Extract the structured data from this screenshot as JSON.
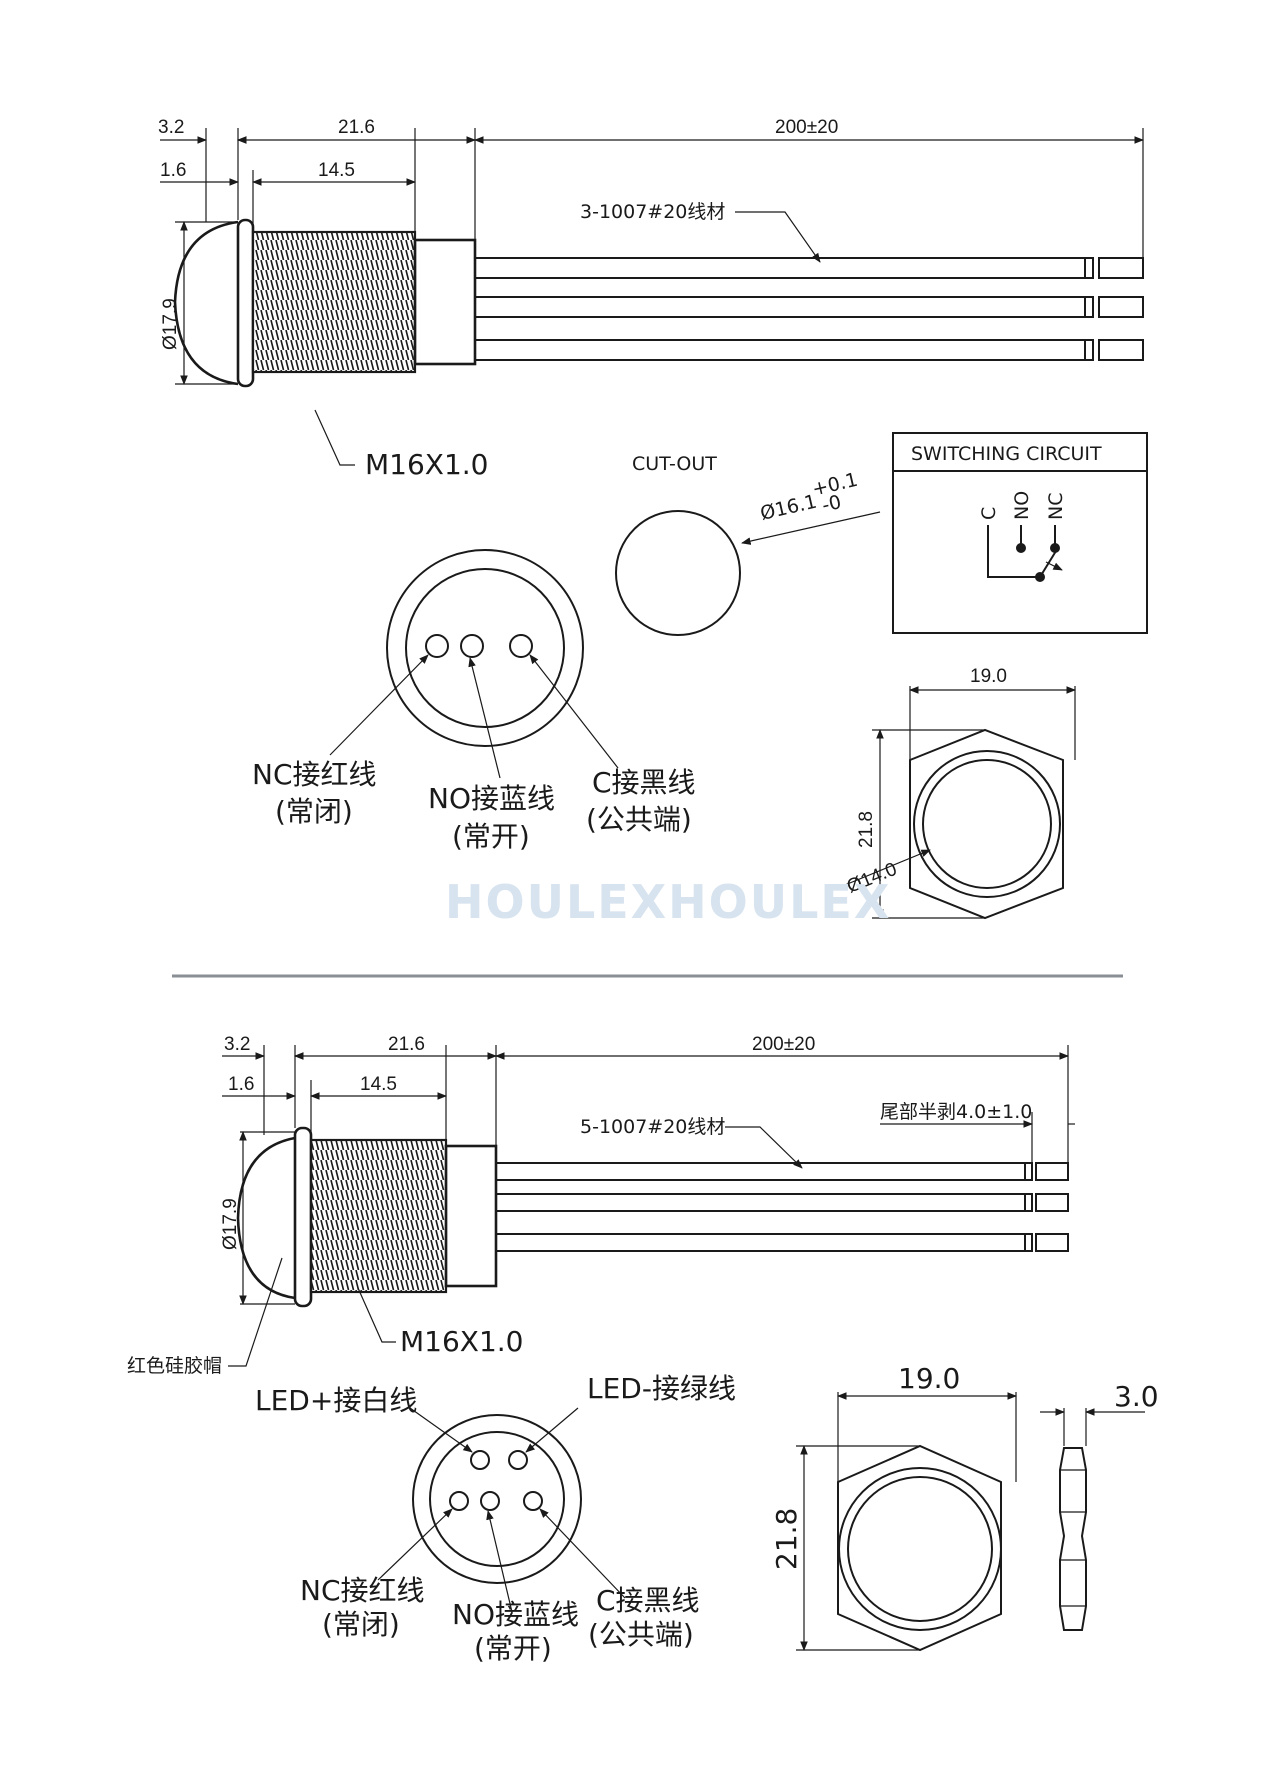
{
  "top": {
    "dims": {
      "d3_2": "3.2",
      "d21_6": "21.6",
      "d200": "200±20",
      "d1_6": "1.6",
      "d14_5": "14.5",
      "d17_9": "Ø17.9"
    },
    "wire_label": "3-1007#20线材",
    "thread_label": "M16X1.0",
    "cutout": {
      "title": "CUT-OUT",
      "dia": "Ø16.1",
      "tol_plus": "+0.1",
      "tol_minus": "-0"
    },
    "switching": {
      "title": "SWITCHING CIRCUIT",
      "c": "C",
      "no": "NO",
      "nc": "NC"
    },
    "pins": {
      "nc_main": "NC接红线",
      "nc_sub": "(常闭)",
      "no_main": "NO接蓝线",
      "no_sub": "(常开)",
      "c_main": "C接黑线",
      "c_sub": "(公共端)"
    },
    "hex": {
      "width": "19.0",
      "height": "21.8",
      "dia": "Ø14.0"
    },
    "watermark": "HOULEXHOULEX"
  },
  "bottom": {
    "dims": {
      "d3_2": "3.2",
      "d21_6": "21.6",
      "d200": "200±20",
      "d1_6": "1.6",
      "d14_5": "14.5",
      "d17_9": "Ø17.9"
    },
    "wire_label": "5-1007#20线材",
    "strip_label": "尾部半剥4.0±1.0",
    "thread_label": "M16X1.0",
    "cap_label": "红色硅胶帽",
    "pins": {
      "led_plus": "LED+接白线",
      "led_minus": "LED-接绿线",
      "nc_main": "NC接红线",
      "nc_sub": "(常闭)",
      "no_main": "NO接蓝线",
      "no_sub": "(常开)",
      "c_main": "C接黑线",
      "c_sub": "(公共端)"
    },
    "hex": {
      "width": "19.0",
      "height": "21.8",
      "nut_thickness": "3.0"
    }
  }
}
